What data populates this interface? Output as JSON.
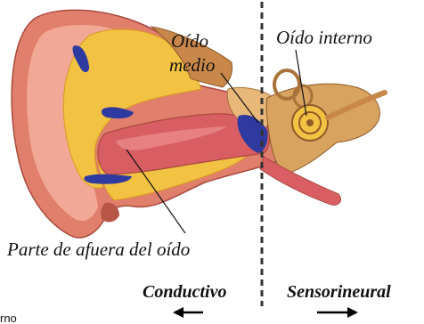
{
  "labels": {
    "middle_ear_line1": "Oído",
    "middle_ear_line2": "medio",
    "inner_ear": "Oído interno",
    "outer_ear": "Parte de afuera del oído",
    "conductive": "Conductivo",
    "sensorineural": "Sensorineural",
    "bottom_fragment": "rno"
  },
  "colors": {
    "skin": "#e07f6c",
    "skin_dark": "#b85748",
    "skin_light": "#f2a896",
    "canal": "#d85e63",
    "cartilage": "#f2c243",
    "cartilage_dark": "#d99a1e",
    "vein_blue": "#2f3aa0",
    "bone": "#e8b87a",
    "inner_ear_tan": "#d8a25f",
    "divider": "#333333"
  }
}
